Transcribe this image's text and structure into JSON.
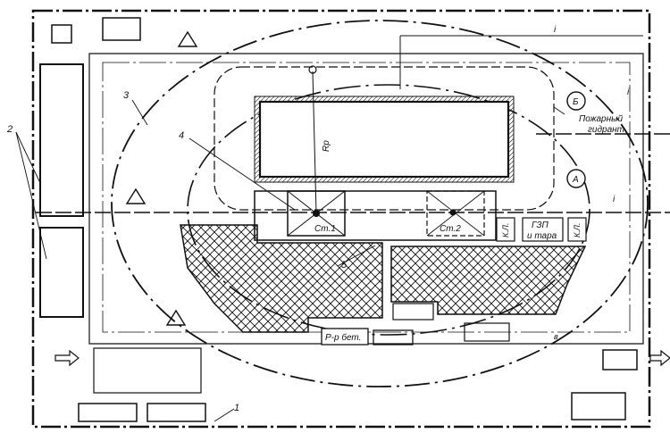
{
  "labels": {
    "callout_1": "1",
    "callout_2": "2",
    "callout_3": "3",
    "callout_4": "4",
    "callout_5": "5",
    "radius": "Rp",
    "crane_1": "Ст.1",
    "crane_2": "Ст.2",
    "storage": "ГЗП",
    "storage_2": "и тара",
    "hydrant_1": "Пожарный",
    "hydrant_2": "гидрант",
    "hydrant_a": "А",
    "hydrant_b": "Б",
    "mortar": "Р-р бет.",
    "kl_1": "К.Л.",
    "kl_2": "К.Л.",
    "slope_1": "i",
    "slope_2": "i",
    "slope_3": "i",
    "mark_v": "в"
  },
  "colors": {
    "ink": "#111111",
    "paper": "#ffffff"
  }
}
